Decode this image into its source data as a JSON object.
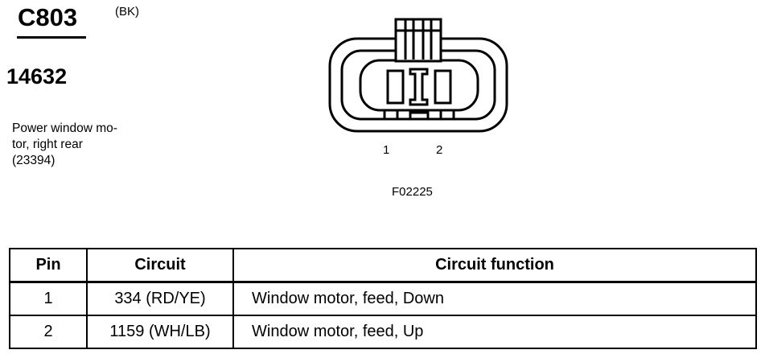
{
  "connector": {
    "id": "C803",
    "color": "(BK)",
    "part_number": "14632",
    "description_lines": [
      "Power window mo-",
      "tor, right rear",
      "(23394)"
    ]
  },
  "diagram": {
    "pin_labels": [
      "1",
      "2"
    ],
    "figure_id": "F02225"
  },
  "table": {
    "headers": [
      "Pin",
      "Circuit",
      "Circuit function"
    ],
    "rows": [
      {
        "pin": "1",
        "circuit": "334 (RD/YE)",
        "function": "Window motor, feed, Down"
      },
      {
        "pin": "2",
        "circuit": "1159 (WH/LB)",
        "function": "Window motor, feed, Up"
      }
    ]
  }
}
